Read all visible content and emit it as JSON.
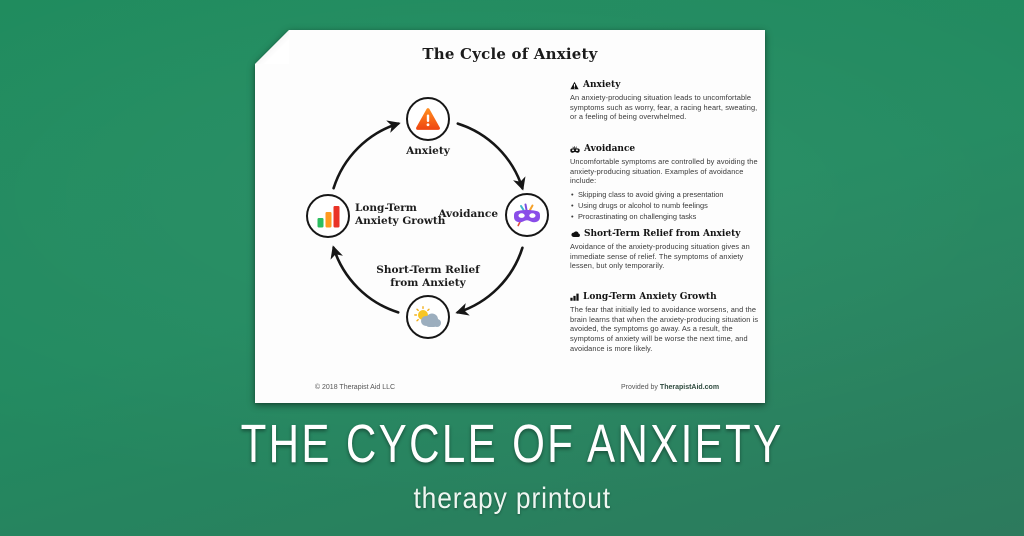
{
  "colors": {
    "background_green": "#218a5f",
    "paper_white": "#fdfdfd",
    "warning_orange": "#f4611d",
    "mask_purple": "#8a4de8",
    "bar_green": "#2dbe60",
    "bar_orange": "#ff9a1f",
    "bar_red": "#ea3326",
    "sun_yellow": "#f7c623",
    "cloud_gray": "#9caebe"
  },
  "banner": {
    "title": "THE CYCLE OF ANXIETY",
    "subtitle": "therapy printout"
  },
  "worksheet": {
    "title": "The Cycle of Anxiety",
    "cycle": {
      "anxiety_label": "Anxiety",
      "avoidance_label": "Avoidance",
      "growth_label_line1": "Long-Term",
      "growth_label_line2": "Anxiety Growth",
      "relief_label_line1": "Short-Term Relief",
      "relief_label_line2": "from Anxiety",
      "node_icons": {
        "anxiety": "warning-triangle-icon",
        "avoidance": "mask-icon",
        "short_term_relief": "sun-cloud-icon",
        "long_term_growth": "bar-chart-icon"
      }
    },
    "sections": [
      {
        "icon": "warning-triangle-icon",
        "heading": "Anxiety",
        "body": "An anxiety-producing situation leads to uncomfortable symptoms such as worry, fear, a racing heart, sweating, or a feeling of being overwhelmed.",
        "bullets": []
      },
      {
        "icon": "mask-icon",
        "heading": "Avoidance",
        "body": "Uncomfortable symptoms are controlled by avoiding the anxiety-producing situation. Examples of avoidance include:",
        "bullets": [
          "Skipping class to avoid giving a presentation",
          "Using drugs or alcohol to numb feelings",
          "Procrastinating on challenging tasks"
        ]
      },
      {
        "icon": "cloud-icon",
        "heading": "Short-Term Relief from Anxiety",
        "body": "Avoidance of the anxiety-producing situation gives an immediate sense of relief. The symptoms of anxiety lessen, but only temporarily.",
        "bullets": []
      },
      {
        "icon": "bar-chart-icon",
        "heading": "Long-Term Anxiety Growth",
        "body": "The fear that initially led to avoidance worsens, and the brain learns that when the anxiety-producing situation is avoided, the symptoms go away. As a result, the symptoms of anxiety will be worse the next time, and avoidance is more likely.",
        "bullets": []
      }
    ],
    "footer": {
      "copyright": "© 2018 Therapist Aid LLC",
      "provided_by_prefix": "Provided by",
      "provider_name": "TherapistAid.com"
    }
  }
}
